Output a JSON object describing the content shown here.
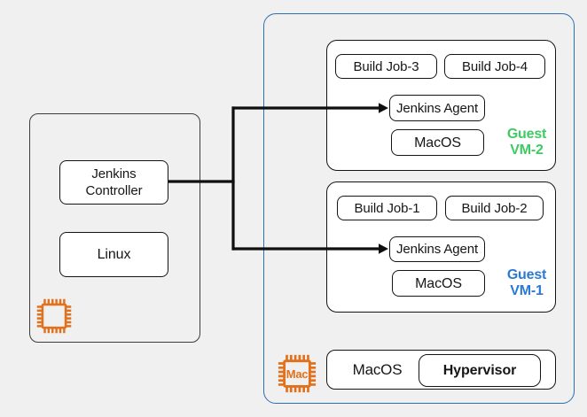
{
  "colors": {
    "background": "#eff0ef",
    "box_fill": "#ffffff",
    "box_border": "#141414",
    "linux_host_border": "#3d3d3d",
    "mac_host_border": "#2e6fb3",
    "vm2_tag_green": "#3ecb63",
    "vm1_tag_blue": "#2b7ad2",
    "chip_orange": "#e2711d",
    "connector_black": "#0f0f0f"
  },
  "linux_host": {
    "controller_label": "Jenkins Controller",
    "os_label": "Linux",
    "chip_icon": "cpu-chip-icon"
  },
  "mac_host": {
    "chip_label": "Mac",
    "host_os_label": "MacOS",
    "hypervisor_label": "Hypervisor",
    "vms": [
      {
        "jobs": [
          "Build Job-3",
          "Build Job-4"
        ],
        "agent_label": "Jenkins Agent",
        "os_label": "MacOS",
        "tag_line1": "Guest",
        "tag_line2": "VM-2"
      },
      {
        "jobs": [
          "Build Job-1",
          "Build Job-2"
        ],
        "agent_label": "Jenkins Agent",
        "os_label": "MacOS",
        "tag_line1": "Guest",
        "tag_line2": "VM-1"
      }
    ]
  }
}
